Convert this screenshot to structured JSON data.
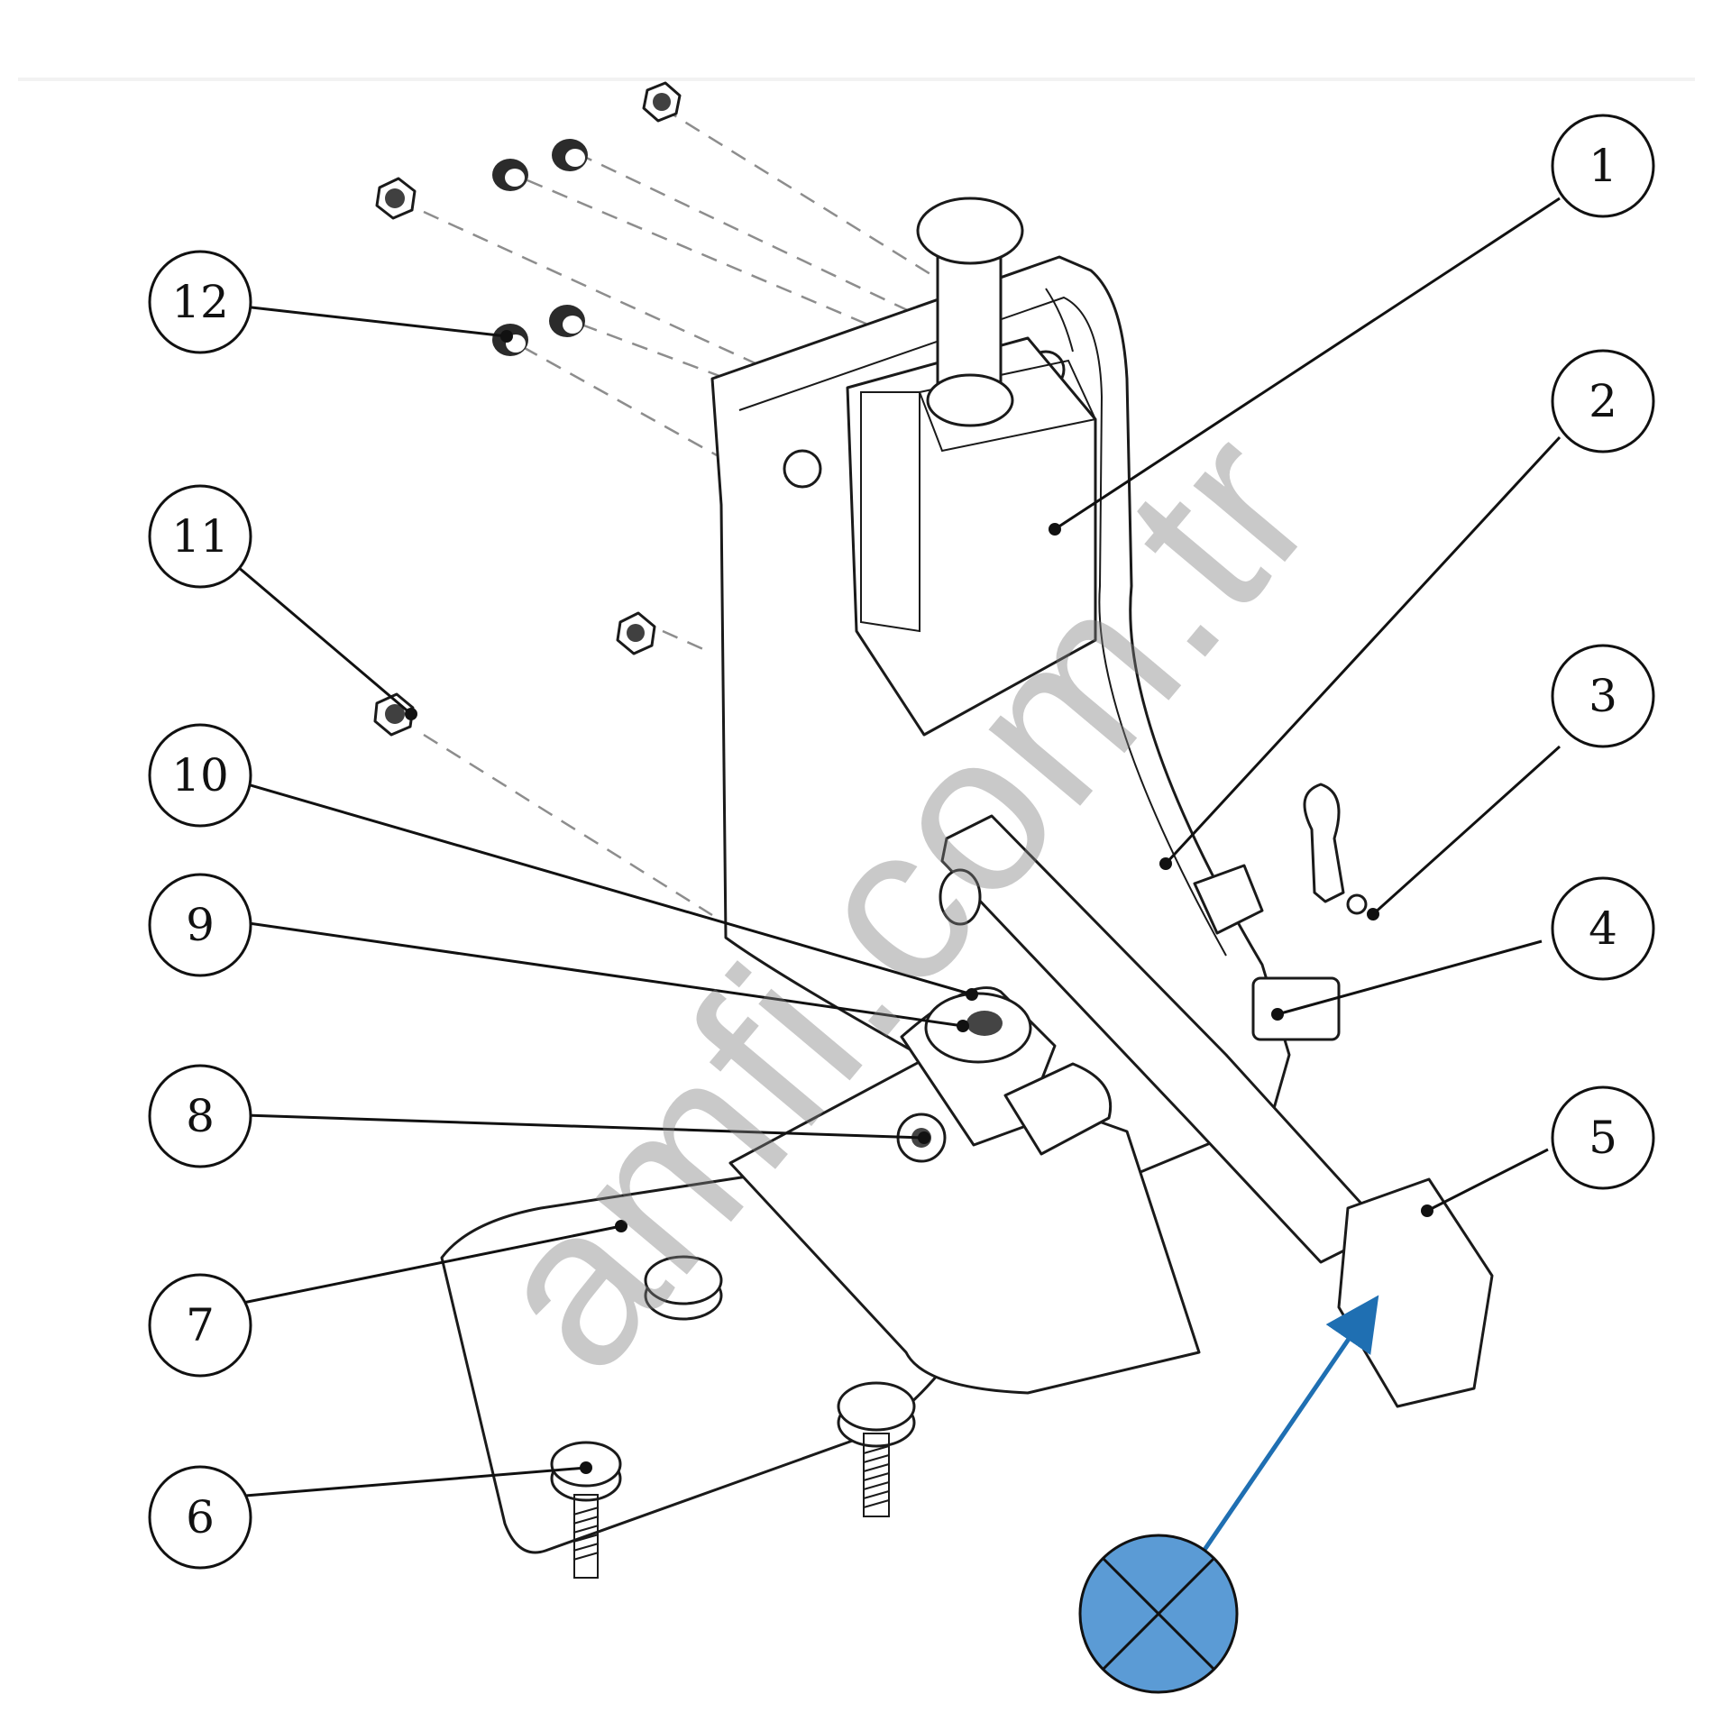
{
  "diagram": {
    "callouts": [
      {
        "id": "1",
        "label": "1"
      },
      {
        "id": "2",
        "label": "2"
      },
      {
        "id": "3",
        "label": "3"
      },
      {
        "id": "4",
        "label": "4"
      },
      {
        "id": "5",
        "label": "5"
      },
      {
        "id": "6",
        "label": "6"
      },
      {
        "id": "7",
        "label": "7"
      },
      {
        "id": "8",
        "label": "8"
      },
      {
        "id": "9",
        "label": "9"
      },
      {
        "id": "10",
        "label": "10"
      },
      {
        "id": "11",
        "label": "11"
      },
      {
        "id": "12",
        "label": "12"
      }
    ],
    "watermark": "amfi.com.tr",
    "direction_marker": {
      "color": "#5b9bd5",
      "arrow_color": "#1f6fb2",
      "icon": "circle-x-icon"
    }
  }
}
